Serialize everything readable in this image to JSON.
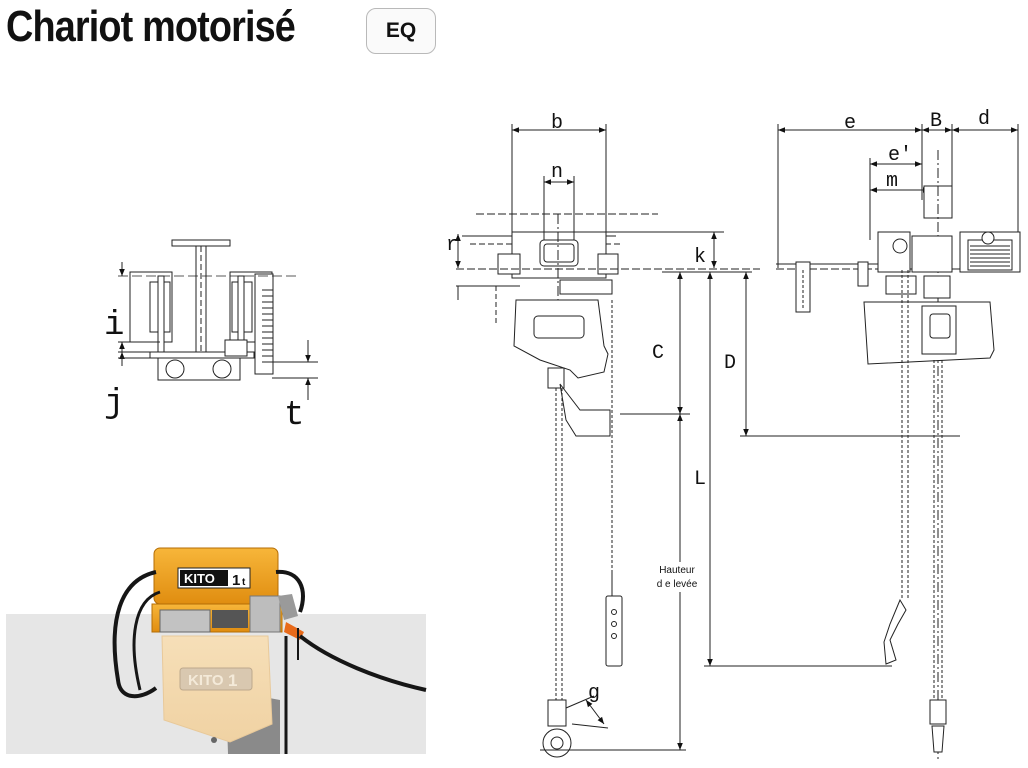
{
  "header": {
    "title": "Chariot motorisé",
    "model_badge": "EQ"
  },
  "dimension_labels": {
    "b": "b",
    "n": "n",
    "r": "r",
    "k": "k",
    "C": "C",
    "D": "D",
    "L": "L",
    "g": "g",
    "e": "e",
    "B": "B",
    "d": "d",
    "e_prime": "e'",
    "m": "m",
    "i": "i",
    "j": "j",
    "t": "t"
  },
  "lift_height_label": {
    "line1": "Hauteur",
    "line2": "d e levée"
  },
  "product_photo": {
    "brand": "KITO",
    "capacity": "1",
    "unit": "t",
    "body_color": "#f2a21d"
  }
}
